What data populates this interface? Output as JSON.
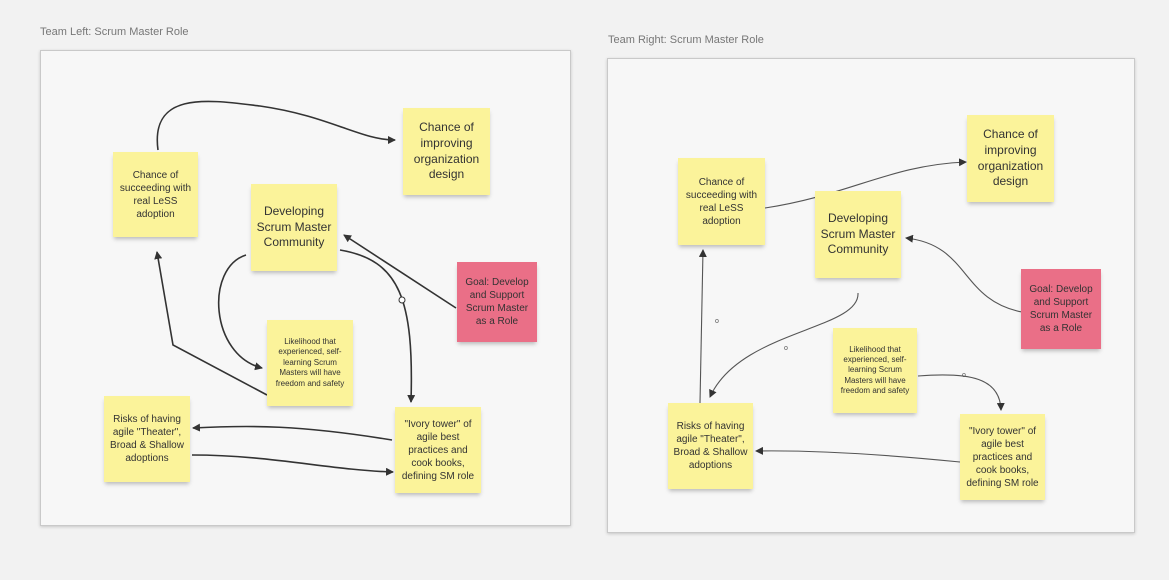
{
  "frames": {
    "left": {
      "title": "Team Left: Scrum Master Role"
    },
    "right": {
      "title": "Team Right: Scrum Master Role"
    }
  },
  "notes": {
    "chance_succeeding": "Chance of succeeding with real LeSS adoption",
    "chance_improving": "Chance of improving organization design",
    "developing_community": "Developing Scrum Master Community",
    "goal": "Goal: Develop and Support Scrum Master as a Role",
    "likelihood": "Likelihood that experienced, self-learning Scrum Masters will have freedom and safety",
    "risks": "Risks of having agile \"Theater\", Broad & Shallow adoptions",
    "ivory_tower": "\"Ivory tower\" of agile best practices and cook books, defining SM role"
  },
  "colors": {
    "sticky_yellow": "#fbf39a",
    "sticky_pink": "#ea6f87",
    "connector": "#333333"
  }
}
